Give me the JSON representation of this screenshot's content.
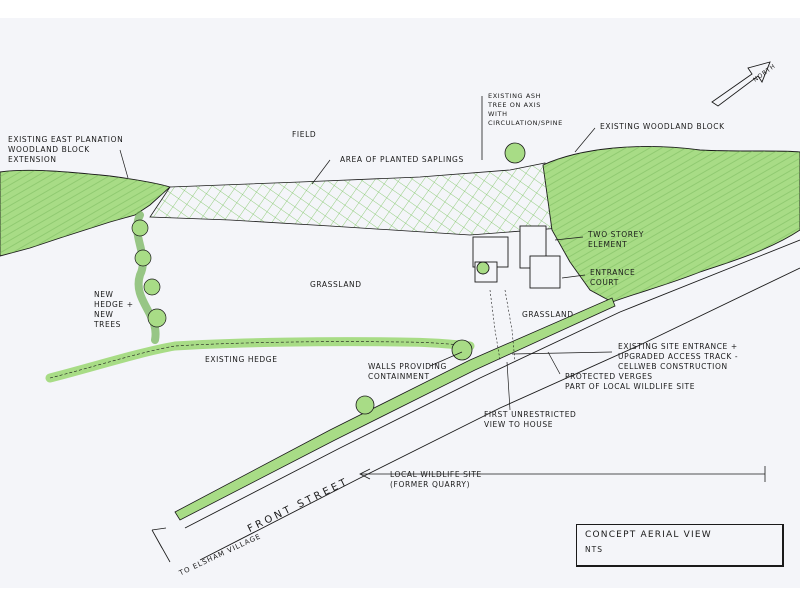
{
  "title": "CONCEPT AERIAL VIEW",
  "scale": "NTS",
  "north": "NORTH",
  "labels": {
    "east_plantation": "EXISTING EAST PLANATION\nWOODLAND BLOCK\nEXTENSION",
    "field": "FIELD",
    "saplings": "AREA OF PLANTED SAPLINGS",
    "ash_tree": "EXISTING ASH\nTREE ON AXIS\nWITH\nCIRCULATION/SPINE",
    "woodland_block": "EXISTING WOODLAND BLOCK",
    "two_storey": "TWO STOREY\nELEMENT",
    "entrance_court": "ENTRANCE\nCOURT",
    "grassland_main": "GRASSLAND",
    "grassland_small": "GRASSLAND",
    "new_hedge": "NEW\nHEDGE +\nNEW\nTREES",
    "existing_hedge": "EXISTING HEDGE",
    "walls": "WALLS PROVIDING\nCONTAINMENT",
    "site_entrance": "EXISTING SITE ENTRANCE +\nUPGRADED ACCESS TRACK -\nCELLWEB CONSTRUCTION",
    "verges": "PROTECTED VERGES\nPART OF LOCAL WILDLIFE SITE",
    "first_view": "FIRST UNRESTRICTED\nVIEW TO HOUSE",
    "wildlife_site": "LOCAL WILDLIFE SITE\n(FORMER QUARRY)",
    "front_street": "FRONT STREET",
    "to_village": "TO ELSHAM VILLAGE"
  },
  "colors": {
    "green": "#a8dc86",
    "green_dark": "#6fb254",
    "ink": "#1a1a1a",
    "paper": "#f4f5f9"
  }
}
